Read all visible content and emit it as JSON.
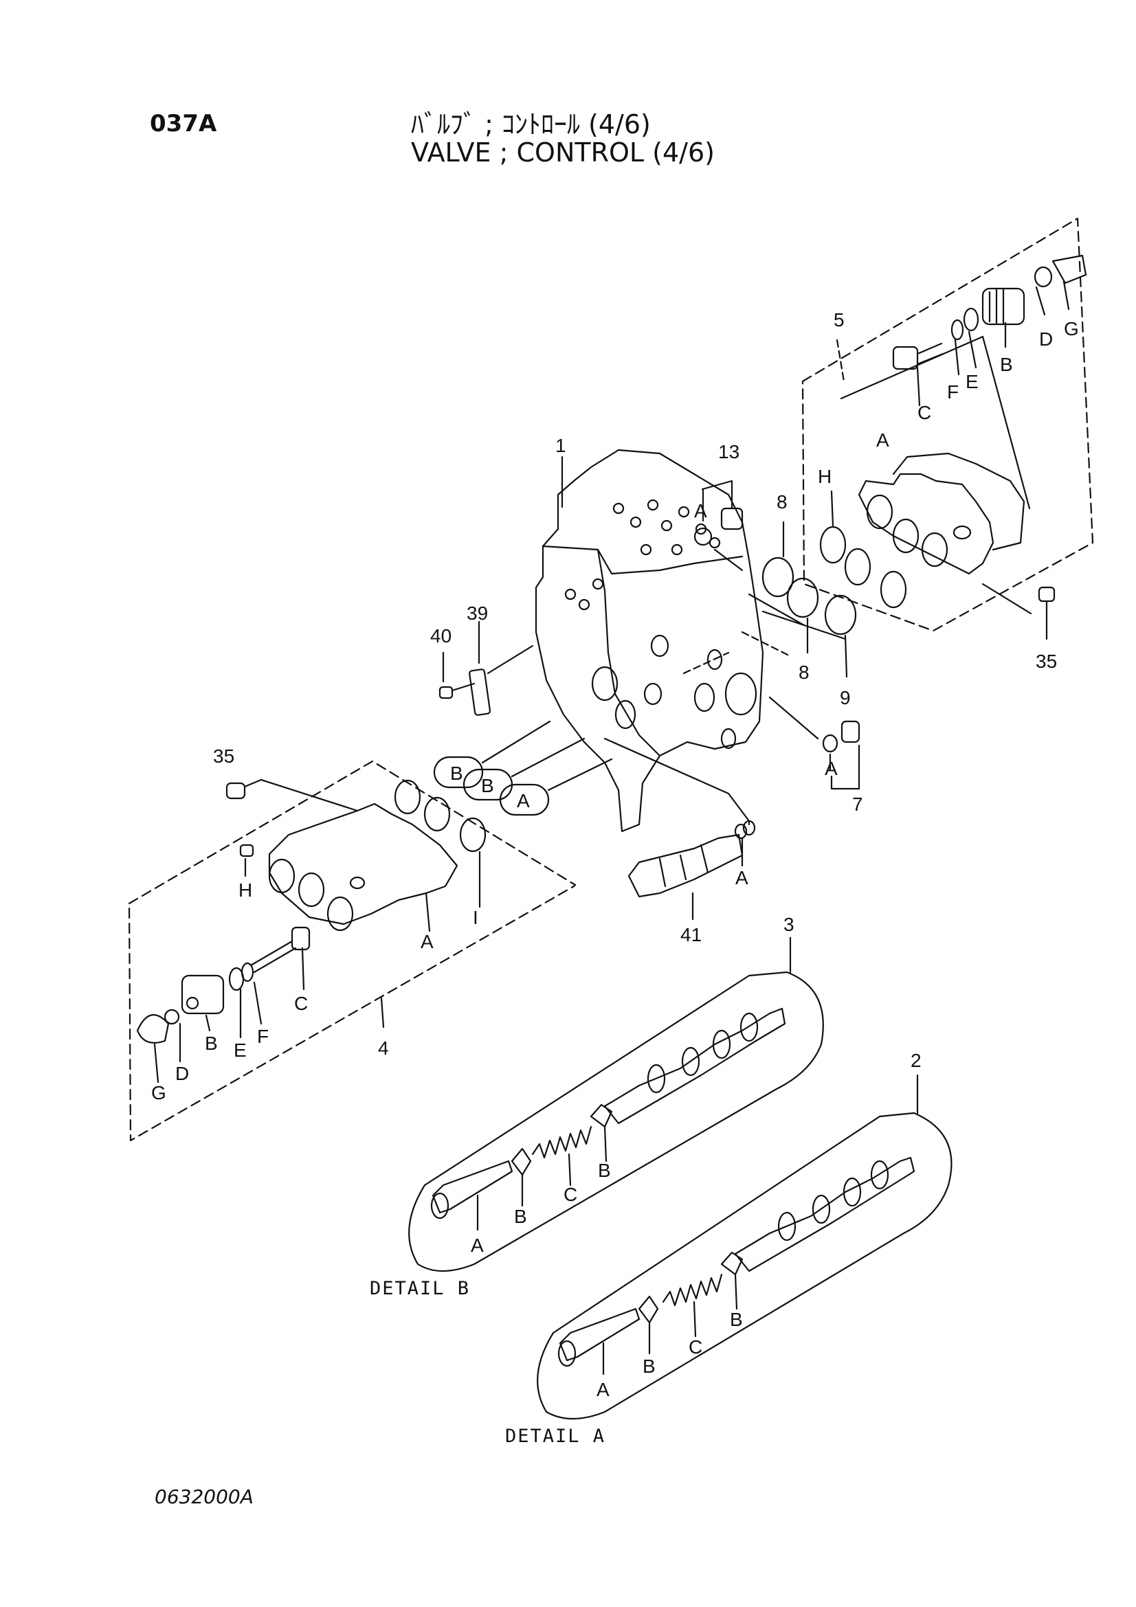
{
  "header": {
    "page_code": "037A",
    "title_jp": "ﾊﾞﾙﾌﾞ ; ｺﾝﾄﾛｰﾙ (4/6)",
    "title_en": "VALVE ; CONTROL (4/6)"
  },
  "footer": {
    "drawing_number": "0632000A"
  },
  "details": {
    "detail_b": "DETAIL  B",
    "detail_a": "DETAIL  A"
  },
  "callouts": {
    "c1": "1",
    "c2": "2",
    "c3": "3",
    "c4": "4",
    "c5": "5",
    "c7": "7",
    "c8a": "8",
    "c8b": "8",
    "c9": "9",
    "c13": "13",
    "c35a": "35",
    "c35b": "35",
    "c39": "39",
    "c40": "40",
    "c41": "41"
  },
  "letters_group5": {
    "c": "C",
    "f": "F",
    "e": "E",
    "b": "B",
    "d": "D",
    "g": "G",
    "a": "A",
    "h": "H"
  },
  "letters_group4": {
    "g": "G",
    "d": "D",
    "b": "B",
    "e": "E",
    "f": "F",
    "c": "C",
    "a": "A",
    "h": "H",
    "i": "I"
  },
  "letters_misc": {
    "a13": "A",
    "a7": "A",
    "a41": "A",
    "spool_b1": "B",
    "spool_b2": "B",
    "spool_a": "A"
  },
  "detail_b_labels": {
    "a": "A",
    "b1": "B",
    "c": "C",
    "b2": "B"
  },
  "detail_a_labels": {
    "a": "A",
    "b1": "B",
    "c": "C",
    "b2": "B"
  }
}
